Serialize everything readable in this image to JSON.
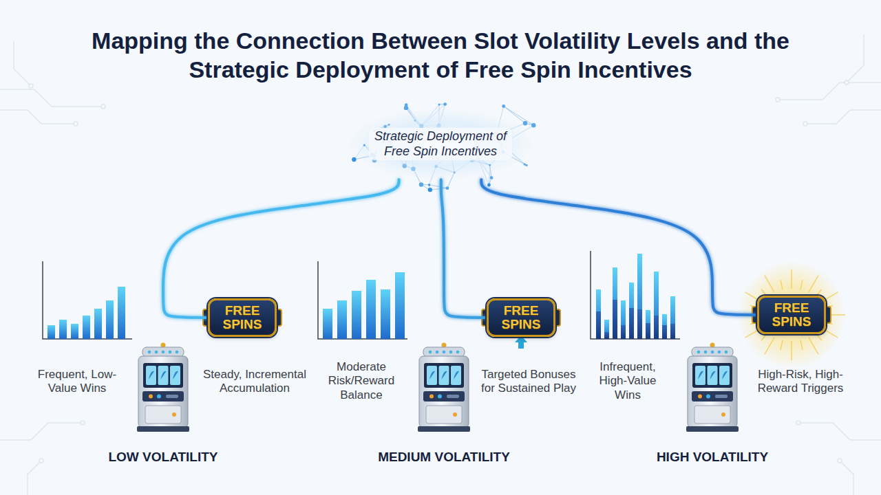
{
  "diagram": {
    "title": "Mapping the Connection Between Slot Volatility Levels and the Strategic Deployment of Free Spin Incentives",
    "nodes": [
      {
        "text": [
          "Strategic Deployment of Free Spin Incentives"
        ]
      },
      {
        "text": [
          "FREE SPINS"
        ]
      },
      {
        "text": [
          "FREE SPINS"
        ]
      },
      {
        "text": [
          "FREE SPINS"
        ]
      }
    ],
    "edges": [
      {
        "from": 0,
        "to": 1,
        "arrow": "none"
      },
      {
        "from": 0,
        "to": 2,
        "arrow": "none"
      },
      {
        "from": 0,
        "to": 3,
        "arrow": "none"
      }
    ],
    "labels": [
      "Frequent, Low-Value Wins",
      "Steady, Incremental Accumulation",
      "Moderate Risk/Reward Balance",
      "Targeted Bonuses for Sustained Play",
      "Infrequent, High-Value Wins",
      "High-Risk, High-Reward Triggers",
      "LOW VOLATILITY",
      "MEDIUM VOLATILITY",
      "HIGH VOLATILITY"
    ]
  }
}
